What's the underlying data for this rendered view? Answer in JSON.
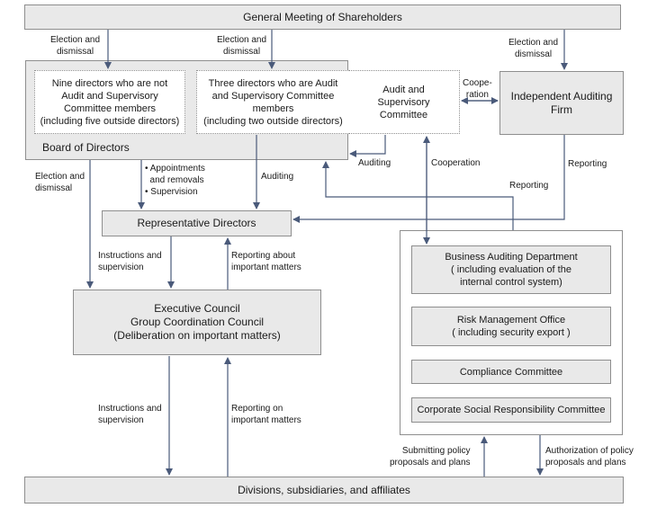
{
  "nodes": {
    "shareholders": "General Meeting of Shareholders",
    "board": "Board of Directors",
    "nine_directors": "Nine directors who are not\nAudit and Supervisory\nCommittee members\n(including five outside directors)",
    "three_directors": "Three directors who are Audit\nand Supervisory Committee\nmembers\n(including two outside directors)",
    "audit_committee": "Audit and\nSupervisory\nCommittee",
    "auditing_firm": "Independent Auditing\nFirm",
    "rep_directors": "Representative Directors",
    "exec_council": "Executive Council\nGroup Coordination Council\n(Deliberation on important matters)",
    "business_audit": "Business Auditing Department\n( including evaluation of the\ninternal control system)",
    "risk_office": "Risk Management Office\n( including security export )",
    "compliance": "Compliance Committee",
    "csr": "Corporate Social Responsibility Committee",
    "divisions": "Divisions, subsidiaries, and affiliates"
  },
  "labels": {
    "election_1": "Election and\ndismissal",
    "election_2": "Election and\ndismissal",
    "election_3": "Election and\ndismissal",
    "election_4": "Election and\ndismissal",
    "cooperation_1": "Coope-\nration",
    "auditing_1": "Auditing",
    "cooperation_2": "Cooperation",
    "reporting_1": "Reporting",
    "reporting_2": "Reporting",
    "appointments": "• Appointments\n  and removals\n• Supervision",
    "auditing_2": "Auditing",
    "instructions_1": "Instructions and\nsupervision",
    "reporting_important_1": "Reporting about\nimportant matters",
    "instructions_2": "Instructions and\nsupervision",
    "reporting_important_2": "Reporting on\nimportant matters",
    "submitting": "Submitting policy\nproposals and plans",
    "authorization": "Authorization of policy\nproposals and plans"
  },
  "colors": {
    "line": "#4a5a7a",
    "box_fill": "#e9e9e9",
    "box_border": "#8e8e8e"
  }
}
